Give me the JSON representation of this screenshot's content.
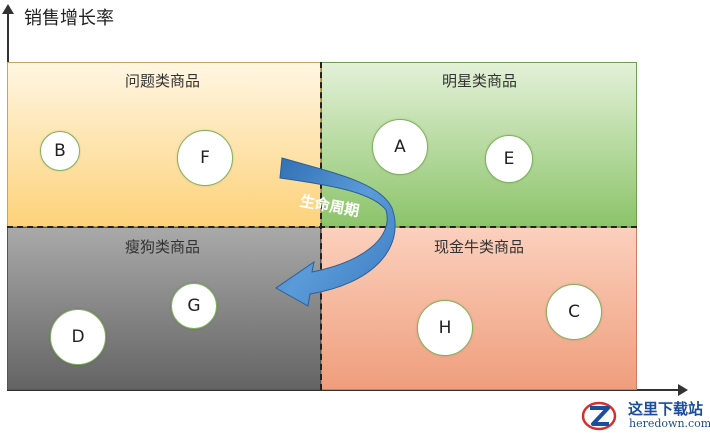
{
  "axis": {
    "y_label": "销售增长率"
  },
  "quadrants": {
    "question": {
      "title": "问题类商品"
    },
    "star": {
      "title": "明星类商品"
    },
    "dog": {
      "title": "瘦狗类商品"
    },
    "cash": {
      "title": "现金牛类商品"
    }
  },
  "items": [
    "B",
    "F",
    "A",
    "E",
    "G",
    "D",
    "H",
    "C"
  ],
  "lifecycle_label": "生命周期",
  "watermark": {
    "title": "这里下载站",
    "url": "heredown.com"
  },
  "colors": {
    "question": "#fdd27a",
    "star": "#8cc46a",
    "dog": "#646464",
    "cash": "#ef9e7c",
    "arrow": "#4a89c8",
    "watermark": "#1a4d9c"
  }
}
